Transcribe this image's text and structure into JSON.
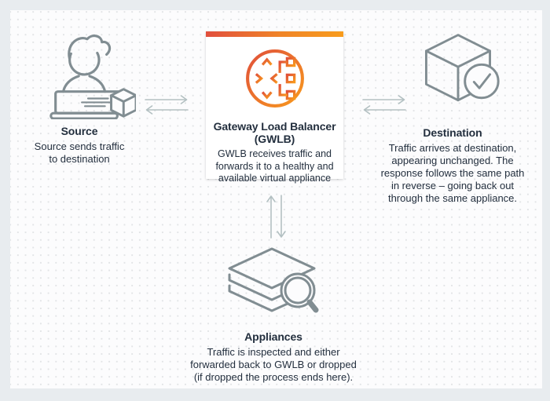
{
  "nodes": {
    "source": {
      "title": "Source",
      "description": "Source sends traffic\nto destination"
    },
    "gwlb": {
      "title": "Gateway Load Balancer\n(GWLB)",
      "description": "GWLB receives traffic and\nforwards it to a healthy and\navailable virtual appliance"
    },
    "destination": {
      "title": "Destination",
      "description": "Traffic arrives at destination,\nappearing unchanged. The\nresponse follows the same path\nin reverse – going back out\nthrough the same appliance."
    },
    "appliances": {
      "title": "Appliances",
      "description": "Traffic is inspected and either\nforwarded back to GWLB or dropped\n(if dropped the process ends here)."
    }
  },
  "icons": {
    "source": "person-at-laptop-icon",
    "gwlb": "gateway-load-balancer-icon",
    "destination": "cube-check-icon",
    "appliances": "layers-magnifier-icon"
  },
  "colors": {
    "outer_background": "#e8ecef",
    "panel_background": "#fcfcfd",
    "dot_grid": "#e2e4e6",
    "text": "#232f3e",
    "icon_stroke": "#818d92",
    "arrow": "#b3c0c2",
    "accent_gradient_start": "#e14f3d",
    "accent_gradient_end": "#f89c1c"
  }
}
